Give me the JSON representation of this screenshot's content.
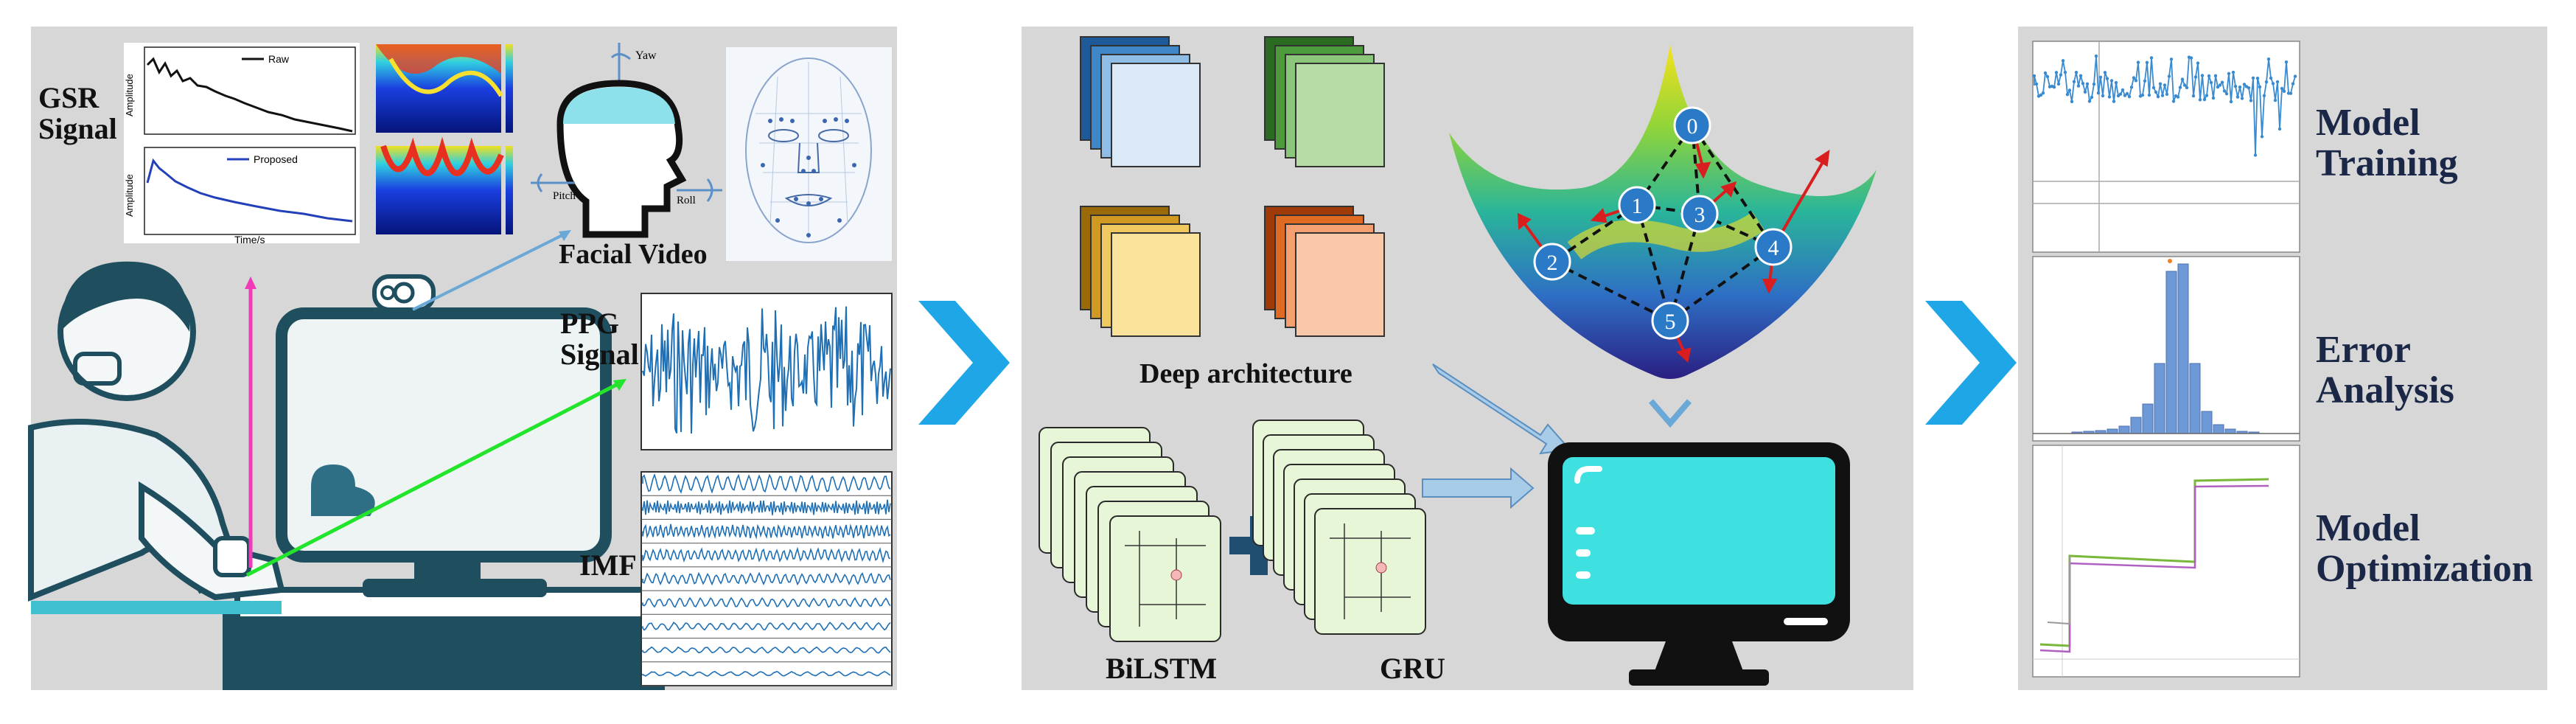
{
  "labels": {
    "gsr_signal": "GSR\nSignal",
    "facial_video": "Facial Video",
    "ppg_signal": "PPG\nSignal",
    "imf": "IMF",
    "deep_architecture": "Deep architecture",
    "bilstm": "BiLSTM",
    "gru": "GRU",
    "model_training": "Model\nTraining",
    "error_analysis": "Error\nAnalysis",
    "model_optimization": "Model\nOptimization"
  },
  "gsr_plot": {
    "legend_raw": "Raw",
    "legend_proposed": "Proposed",
    "ylabel": "Amplitude",
    "xlabel": "Time/s"
  },
  "head_axes": {
    "yaw": "Yaw",
    "pitch": "Pitch",
    "roll": "Roll"
  },
  "graph_nodes": [
    "0",
    "1",
    "2",
    "3",
    "4",
    "5"
  ],
  "colors": {
    "panel_bg": "#d7d7d7",
    "chevron": "#1fa6e6",
    "title_navy": "#1a2746",
    "teal_dark": "#1f4e5f",
    "monitor_screen": "#3fe0e0",
    "ppg_blue": "#1f6fb5"
  }
}
